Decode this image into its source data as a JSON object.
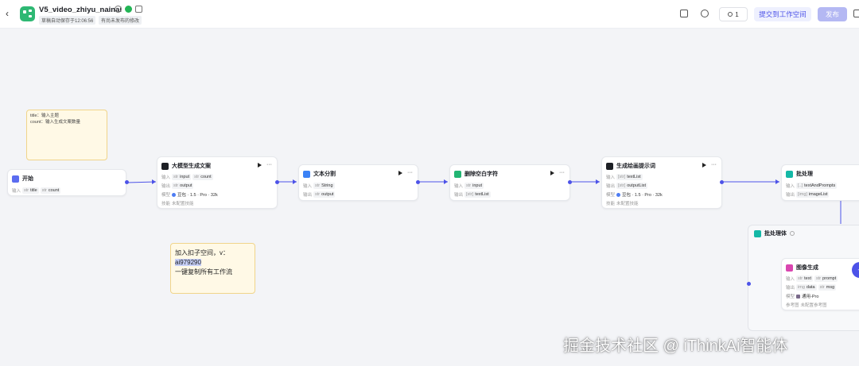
{
  "header": {
    "title": "V5_video_zhiyu_nainai",
    "autosave": "草稿自动保存于12:06:56",
    "unpublished": "有尚未发布的修改",
    "user_count": "1",
    "submit_label": "提交到工作空间",
    "publish_label": "发布"
  },
  "notes": {
    "note1_line1": "title：输入主题",
    "note1_line2": "count：输入生成文案数量",
    "note2_line1": "加入扣子空间，v：",
    "note2_line2": "ai979290",
    "note2_line3": "一键复制所有工作流"
  },
  "labels": {
    "input": "输入",
    "output": "输出",
    "model": "模型",
    "skill": "技能",
    "skill_none": "未配置技能",
    "ref": "参考图",
    "ref_none": "未配置参考图"
  },
  "nodes": {
    "start": {
      "title": "开始",
      "inputs": [
        {
          "type": "str",
          "name": "title"
        },
        {
          "type": "str",
          "name": "count"
        }
      ]
    },
    "llm1": {
      "title": "大模型生成文案",
      "inputs": [
        {
          "type": "str",
          "name": "input"
        },
        {
          "type": "str",
          "name": "count"
        }
      ],
      "outputs": [
        {
          "type": "str",
          "name": "output"
        }
      ],
      "model": "豆包 · 1.5 · Pro · 32k"
    },
    "split": {
      "title": "文本分割",
      "inputs": [
        {
          "type": "str",
          "name": "String"
        }
      ],
      "outputs": [
        {
          "type": "str",
          "name": "output"
        }
      ]
    },
    "trim": {
      "title": "删除空白字符",
      "inputs": [
        {
          "type": "str",
          "name": "input"
        }
      ],
      "outputs": [
        {
          "type": "[str]",
          "name": "textList"
        }
      ]
    },
    "llm2": {
      "title": "生成绘画提示词",
      "inputs": [
        {
          "type": "[str]",
          "name": "textList"
        }
      ],
      "outputs": [
        {
          "type": "[str]",
          "name": "outputList"
        }
      ],
      "model": "豆包 · 1.5 · Pro · 32k"
    },
    "batch": {
      "title": "批处理",
      "inputs": [
        {
          "type": "[..]",
          "name": "textAndPrompts"
        }
      ],
      "outputs": [
        {
          "type": "[img]",
          "name": "imageList"
        }
      ]
    },
    "batch_body": {
      "title": "批处理体"
    },
    "imagegen": {
      "title": "图像生成",
      "inputs": [
        {
          "type": "str",
          "name": "text"
        },
        {
          "type": "str",
          "name": "prompt"
        }
      ],
      "outputs": [
        {
          "type": "img",
          "name": "data"
        },
        {
          "type": "str",
          "name": "msg"
        }
      ],
      "model": "通用-Pro"
    }
  },
  "watermark": "掘金技术社区 @ iThinkAi智能体",
  "colors": {
    "accent": "#4d53e8",
    "start_icon": "#5b6cf0",
    "llm_icon": "#1d1f25",
    "split_icon": "#3b82f6",
    "code_icon": "#22b573",
    "batch_icon": "#14b8a6",
    "image_icon": "#d946b0"
  }
}
